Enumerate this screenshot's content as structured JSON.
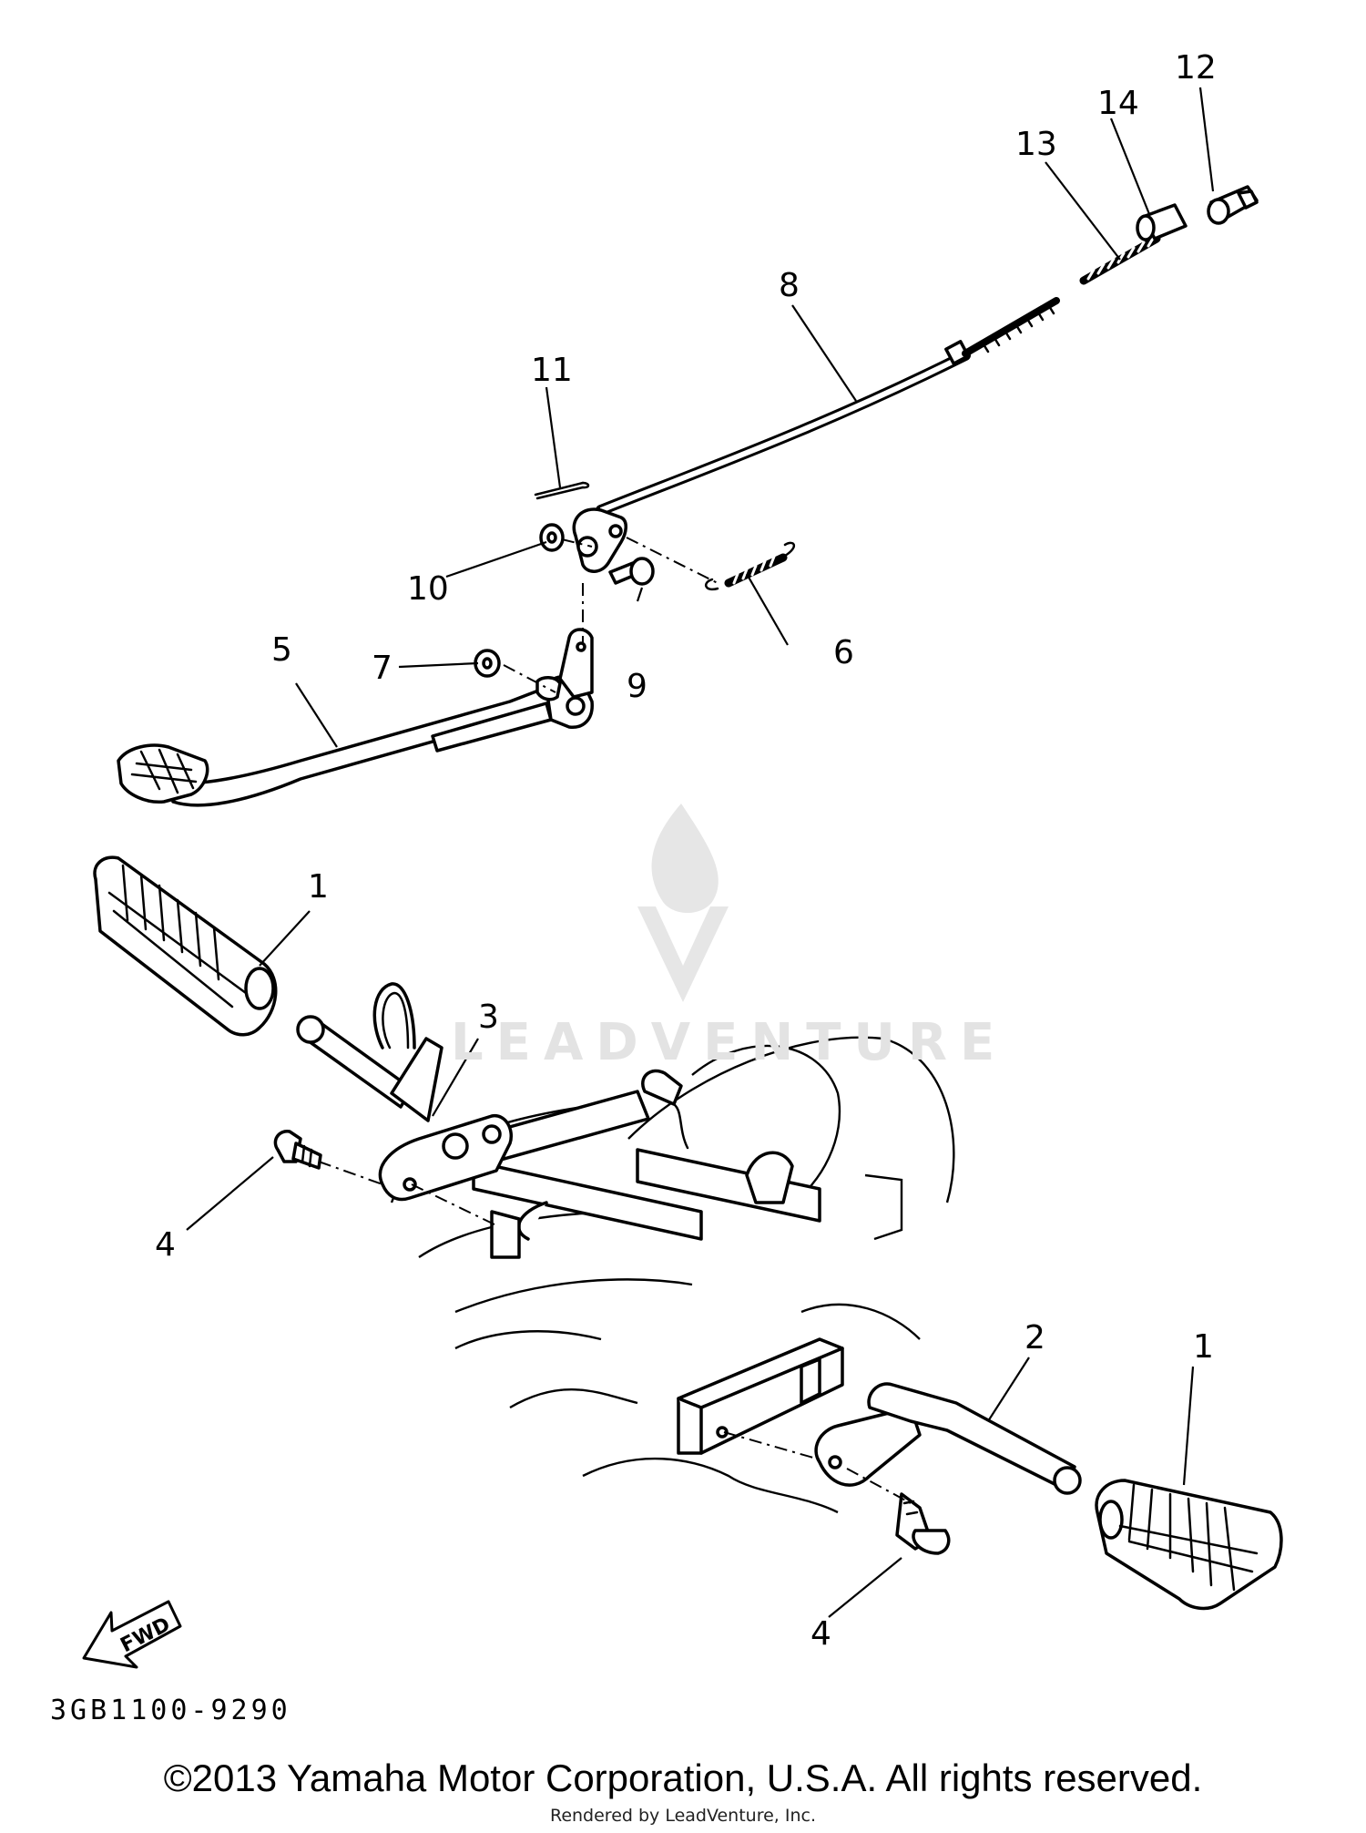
{
  "diagram": {
    "code": "3GB1100-9290",
    "fwd_label": "FWD",
    "copyright": "©2013 Yamaha Motor Corporation, U.S.A. All rights reserved.",
    "rendered_by": "Rendered by LeadVenture, Inc.",
    "watermark": "LEADVENTURE",
    "callouts": [
      "1",
      "1",
      "2",
      "3",
      "4",
      "4",
      "5",
      "6",
      "7",
      "8",
      "9",
      "10",
      "11",
      "12",
      "13",
      "14"
    ]
  }
}
